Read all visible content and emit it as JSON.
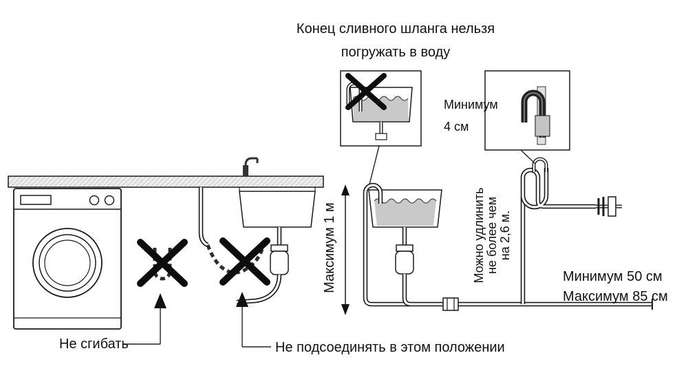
{
  "colors": {
    "ink": "#1a1a1a",
    "water": "#c9c9c9",
    "counter_fill": "#ededed",
    "hose_dark": "#2a2a2a"
  },
  "labels": {
    "top_warning_line1": "Конец сливного шланга нельзя",
    "top_warning_line2": "погружать в воду",
    "min4_line1": "Минимум",
    "min4_line2": "4 см",
    "max_height": "Максимум 1 м",
    "extend_line1": "Можно удлинить",
    "extend_line2": "не более чем",
    "extend_line3": "на 2,6 м.",
    "standpipe_line1": "Минимум 50 см",
    "standpipe_line2": "Максимум 85 см",
    "no_bend": "Не сгибать",
    "no_connect": "Не подсоединять в этом положении"
  }
}
